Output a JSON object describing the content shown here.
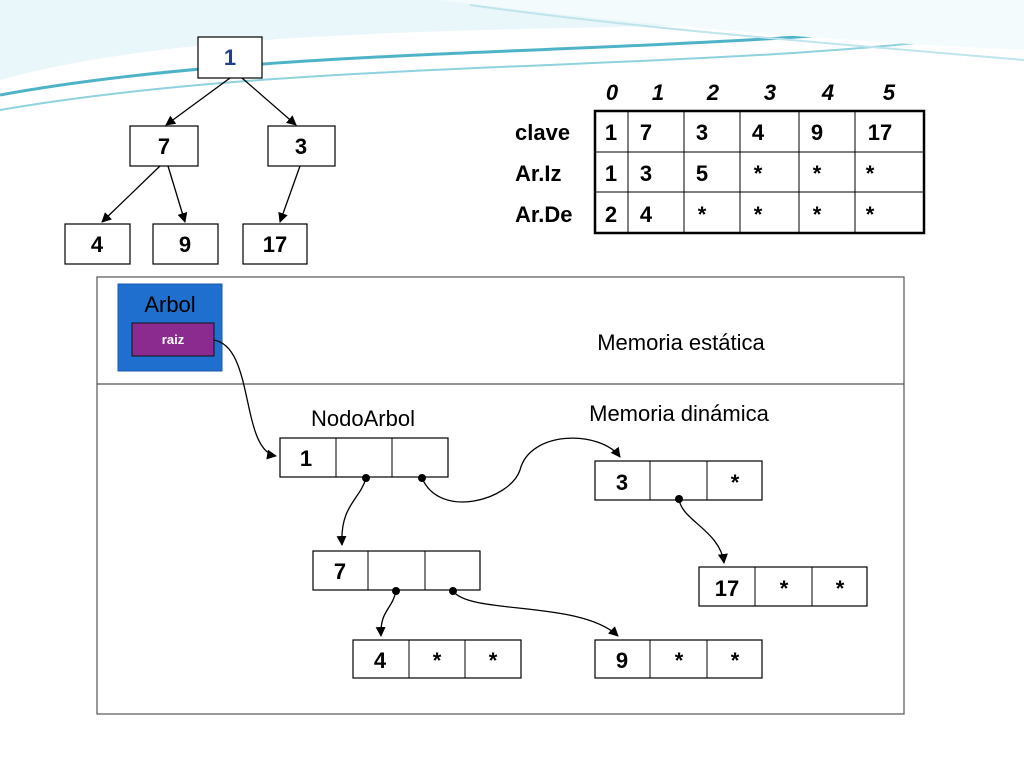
{
  "tree": {
    "root": "1",
    "level1": [
      "7",
      "3"
    ],
    "level2": [
      "4",
      "9",
      "17"
    ]
  },
  "table": {
    "indices": [
      "0",
      "1",
      "2",
      "3",
      "4",
      "5"
    ],
    "rows": [
      {
        "label": "clave",
        "cells": [
          "1",
          "7",
          "3",
          "4",
          "9",
          "17"
        ]
      },
      {
        "label": "Ar.Iz",
        "cells": [
          "1",
          "3",
          "5",
          "*",
          "*",
          "*"
        ]
      },
      {
        "label": "Ar.De",
        "cells": [
          "2",
          "4",
          "*",
          "*",
          "*",
          "*"
        ]
      }
    ]
  },
  "memory": {
    "arbol_title": "Arbol",
    "raiz_label": "raiz",
    "static_label": "Memoria estática",
    "dynamic_label": "Memoria dinámica",
    "nodo_label": "NodoArbol",
    "nodes": {
      "n1": [
        "1",
        "",
        ""
      ],
      "n3": [
        "3",
        "",
        "*"
      ],
      "n7": [
        "7",
        "",
        ""
      ],
      "n17": [
        "17",
        "*",
        "*"
      ],
      "n4": [
        "4",
        "*",
        "*"
      ],
      "n9": [
        "9",
        "*",
        "*"
      ]
    }
  },
  "colors": {
    "arbol_fill": "#1f6fcf",
    "raiz_fill": "#8b2a8f",
    "swoosh": "#4fb3c8"
  }
}
